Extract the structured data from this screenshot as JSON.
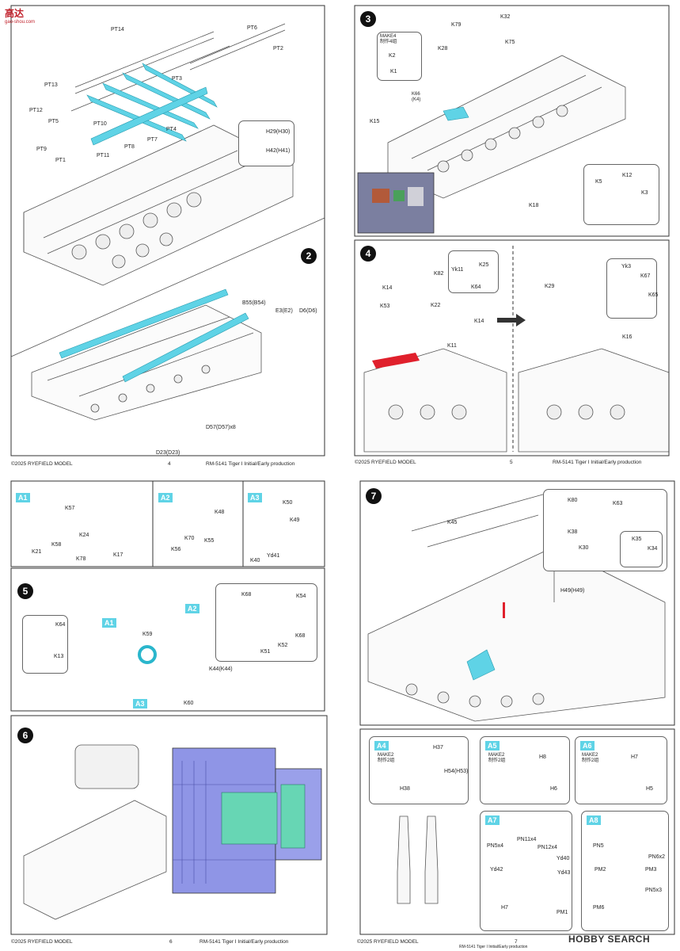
{
  "watermark_top": {
    "text": "高达",
    "url": "gao-shou.com"
  },
  "watermark_bottom": "HOBBY SEARCH",
  "page4": {
    "page_number": "4",
    "copyright": "©2025 RYEFIELD MODEL",
    "product": "RM-5141 Tiger I Initial/Early production",
    "labels": [
      "PT14",
      "PT6",
      "PT2",
      "PT13",
      "PT3",
      "PT12",
      "PT5",
      "PT10",
      "PT4",
      "PT9",
      "PT7",
      "PT8",
      "PT1",
      "PT11",
      "H29(H30)",
      "H42(H41)"
    ],
    "step2": {
      "number": "2",
      "labels": [
        "B55(B54)",
        "E3(E2)",
        "D6(D6)",
        "D57(D57)x8",
        "D23(D23)"
      ]
    }
  },
  "page5": {
    "page_number": "5",
    "copyright": "©2025 RYEFIELD MODEL",
    "product": "RM-5141 Tiger I Initial/Early production",
    "step3": {
      "number": "3",
      "make": "MAKE4\n制作4组",
      "labels": [
        "K32",
        "K79",
        "K75",
        "K28",
        "K2",
        "K1",
        "K66\n(K4)",
        "K15",
        "K5",
        "K12",
        "K3",
        "K18"
      ]
    },
    "step4": {
      "number": "4",
      "labels": [
        "K82",
        "Yk11",
        "K25",
        "K64",
        "K14",
        "K53",
        "K22",
        "K14",
        "K11",
        "K29",
        "Yk3",
        "K67",
        "K65",
        "K16"
      ]
    }
  },
  "page6": {
    "page_number": "6",
    "copyright": "©2025 RYEFIELD MODEL",
    "product": "RM-5141 Tiger I Initial/Early production",
    "subs": {
      "A1": {
        "title": "A1",
        "labels": [
          "K57",
          "K21",
          "K58",
          "K24",
          "K78",
          "K17"
        ]
      },
      "A2": {
        "title": "A2",
        "labels": [
          "K48",
          "K70",
          "K55",
          "K56"
        ]
      },
      "A3": {
        "title": "A3",
        "labels": [
          "K50",
          "K49",
          "K40",
          "Yd41"
        ]
      }
    },
    "step5": {
      "number": "5",
      "tags": [
        "A1",
        "A2",
        "A3"
      ],
      "labels": [
        "K64",
        "K13",
        "K59",
        "K68",
        "K54",
        "K68",
        "K51",
        "K52",
        "K44(K44)",
        "K60"
      ]
    },
    "step6": {
      "number": "6"
    }
  },
  "page7": {
    "page_number": "7",
    "copyright": "©2025 RYEFIELD MODEL",
    "product": "RM-5141 Tiger I Initial/Early production",
    "step7": {
      "number": "7",
      "labels": [
        "K80",
        "K63",
        "K45",
        "K38",
        "K30",
        "K35",
        "K34",
        "H49(H49)"
      ]
    },
    "subs": {
      "A4": {
        "title": "A4",
        "make": "MAKE2\n制作2组",
        "labels": [
          "H37",
          "H54(H53)",
          "H38"
        ]
      },
      "A5": {
        "title": "A5",
        "make": "MAKE2\n制作2组",
        "labels": [
          "H8",
          "H6"
        ]
      },
      "A6": {
        "title": "A6",
        "make": "MAKE2\n制作2组",
        "labels": [
          "H7",
          "H5"
        ]
      },
      "A7": {
        "title": "A7",
        "labels": [
          "PN11x4",
          "PN5x4",
          "PN12x4",
          "Yd40",
          "Yd42",
          "Yd43",
          "H7",
          "PM1"
        ]
      },
      "A8": {
        "title": "A8",
        "labels": [
          "PN5",
          "PN6x2",
          "PM2",
          "PM3",
          "PN5x3",
          "PM6"
        ]
      }
    }
  }
}
